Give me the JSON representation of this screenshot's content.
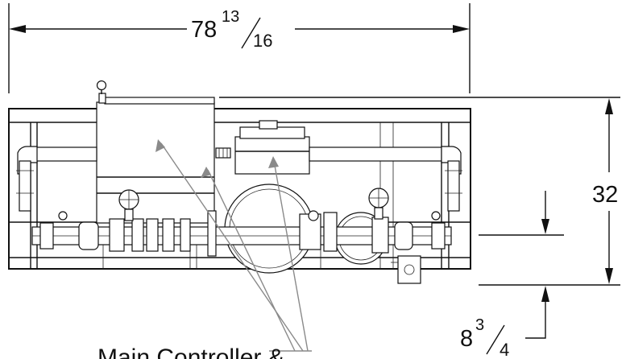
{
  "dimensions": {
    "overall_width": {
      "whole": "78",
      "num": "13",
      "den": "16"
    },
    "height": {
      "value": "32"
    },
    "offset": {
      "whole": "8",
      "num": "3",
      "den": "4"
    }
  },
  "callout": {
    "text": "Main Controller &"
  },
  "colors": {
    "line": "#111111",
    "leader": "#8a8a8a",
    "background": "#ffffff"
  }
}
